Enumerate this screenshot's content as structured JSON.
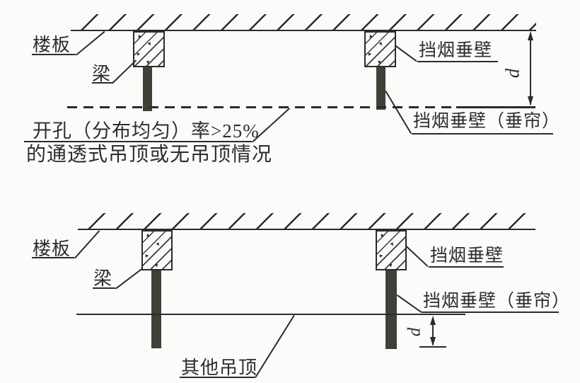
{
  "figure": {
    "top_diagram": {
      "slab_label": "楼板",
      "beam_label": "梁",
      "smoke_barrier_label": "挡烟垂壁",
      "smoke_curtain_label": "挡烟垂壁（垂帘）",
      "depth_dimension": "d",
      "caption_line1": "开孔（分布均匀）率>25%",
      "caption_line2": "的通透式吊顶或无吊顶情况"
    },
    "bottom_diagram": {
      "slab_label": "楼板",
      "beam_label": "梁",
      "smoke_barrier_label": "挡烟垂壁",
      "smoke_curtain_label": "挡烟垂壁（垂帘）",
      "other_ceiling_label": "其他吊顶",
      "depth_dimension": "d"
    },
    "colors": {
      "line": "#2b2b2b",
      "curtain_fill": "#3f4138",
      "background": "#fbfbf9"
    }
  }
}
